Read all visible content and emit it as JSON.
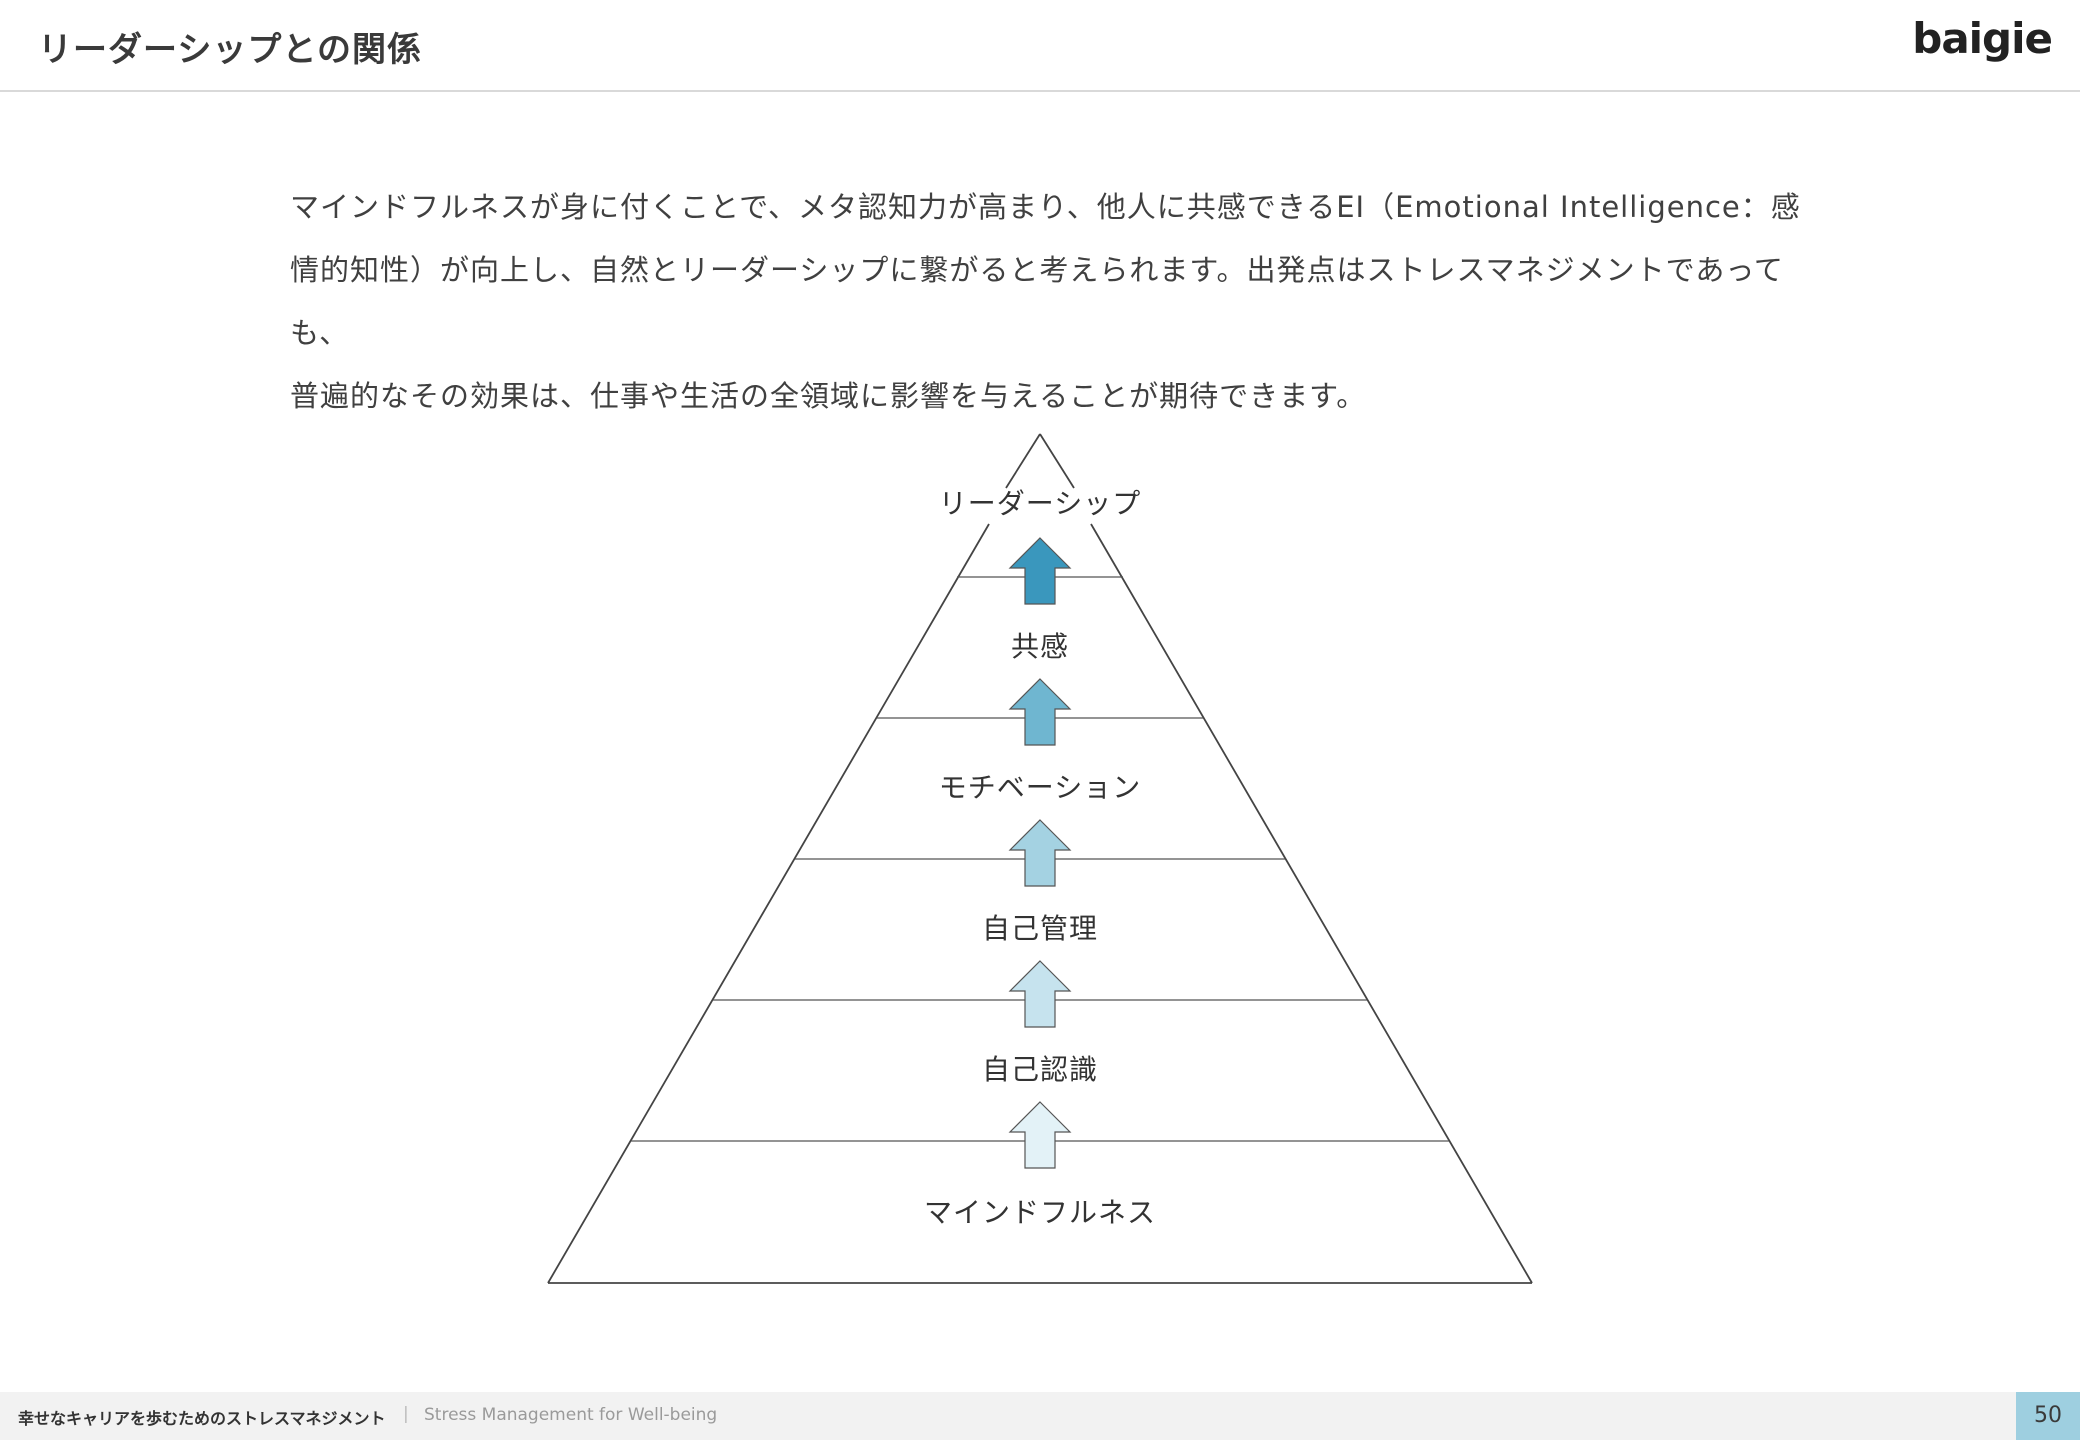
{
  "header": {
    "title": "リーダーシップとの関係",
    "logo": "baigie"
  },
  "body": {
    "lines": [
      "マインドフルネスが身に付くことで、メタ認知力が高まり、他人に共感できるEI（Emotional Intelligence：感",
      "情的知性）が向上し、自然とリーダーシップに繋がると考えられます。出発点はストレスマネジメントであっても、",
      "普遍的なその効果は、仕事や生活の全領域に影響を与えることが期待できます。"
    ]
  },
  "pyramid": {
    "tiers": [
      {
        "label": "リーダーシップ"
      },
      {
        "label": "共感"
      },
      {
        "label": "モチベーション"
      },
      {
        "label": "自己管理"
      },
      {
        "label": "自己認識"
      },
      {
        "label": "マインドフルネス"
      }
    ],
    "arrow_colors": [
      "#3a97bd",
      "#6fb6d0",
      "#a4d2e2",
      "#c6e3ee",
      "#e3f2f7"
    ],
    "line_color": "#444444"
  },
  "footer": {
    "title": "幸せなキャリアを歩むためのストレスマネジメント",
    "separator": "|",
    "subtitle": "Stress Management for Well-being",
    "page_number": "50",
    "accent_color": "#9ecfe0"
  }
}
